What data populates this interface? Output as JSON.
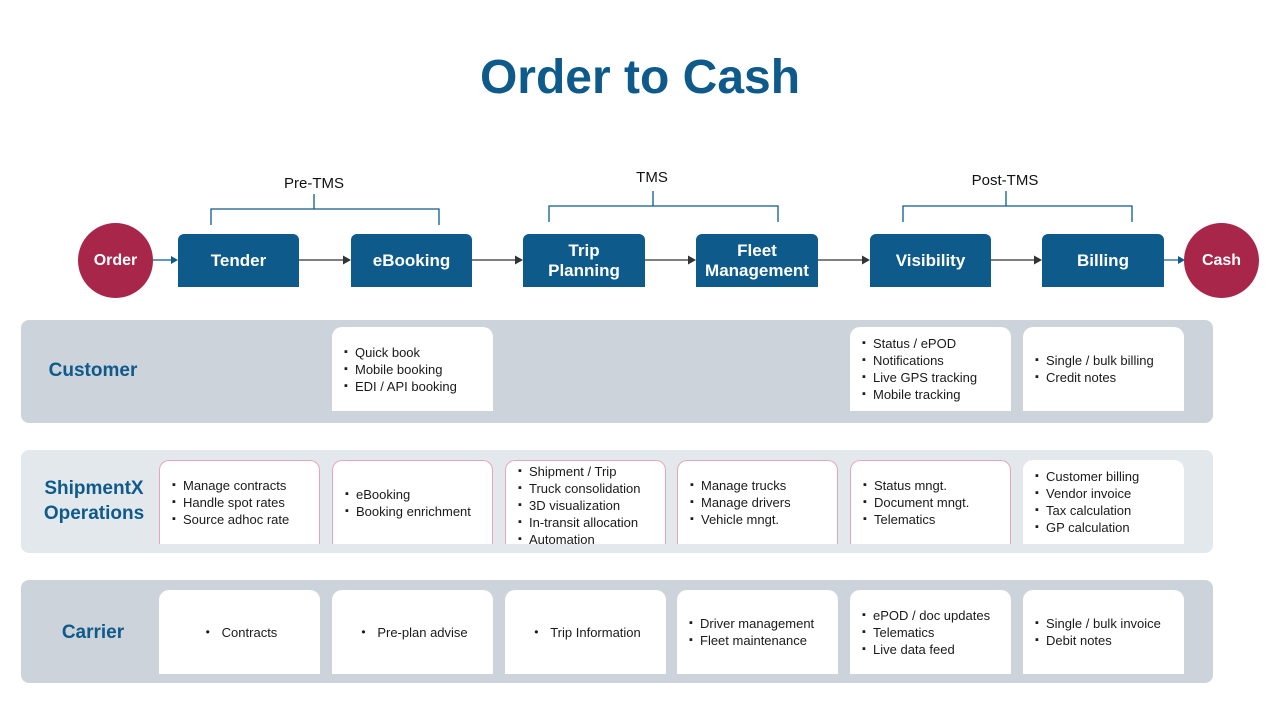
{
  "title": "Order to Cash",
  "phases": {
    "pre": "Pre-TMS",
    "tms": "TMS",
    "post": "Post-TMS"
  },
  "flow": {
    "start": "Order",
    "end": "Cash",
    "steps": [
      "Tender",
      "eBooking",
      "Trip Planning",
      "Fleet Management",
      "Visibility",
      "Billing"
    ]
  },
  "lanes": {
    "customer": {
      "label": "Customer",
      "ebooking": [
        "Quick book",
        "Mobile booking",
        "EDI / API booking"
      ],
      "visibility": [
        "Status / ePOD",
        "Notifications",
        "Live GPS tracking",
        "Mobile tracking"
      ],
      "billing": [
        "Single / bulk billing",
        "Credit notes"
      ]
    },
    "ops": {
      "label": "ShipmentX Operations",
      "tender": [
        "Manage contracts",
        "Handle spot rates",
        "Source adhoc rate"
      ],
      "ebooking": [
        "eBooking",
        "Booking enrichment"
      ],
      "trip": [
        "Shipment / Trip",
        "Truck consolidation",
        "3D visualization",
        "In-transit allocation",
        "Automation"
      ],
      "fleet": [
        "Manage trucks",
        "Manage drivers",
        "Vehicle mngt."
      ],
      "visibility": [
        "Status mngt.",
        "Document mngt.",
        "Telematics"
      ],
      "billing": [
        "Customer billing",
        "Vendor invoice",
        "Tax calculation",
        "GP calculation"
      ]
    },
    "carrier": {
      "label": "Carrier",
      "tender": [
        "Contracts"
      ],
      "ebooking": [
        "Pre-plan advise"
      ],
      "trip": [
        "Trip Information"
      ],
      "fleet": [
        "Driver management",
        "Fleet maintenance"
      ],
      "visibility": [
        "ePOD / doc updates",
        "Telematics",
        "Live data feed"
      ],
      "billing": [
        "Single / bulk invoice",
        "Debit notes"
      ]
    }
  },
  "colors": {
    "primary": "#0e5a8a",
    "accent": "#a8264a",
    "lane_dark": "#ccd3db",
    "lane_light": "#e3e8ec"
  }
}
